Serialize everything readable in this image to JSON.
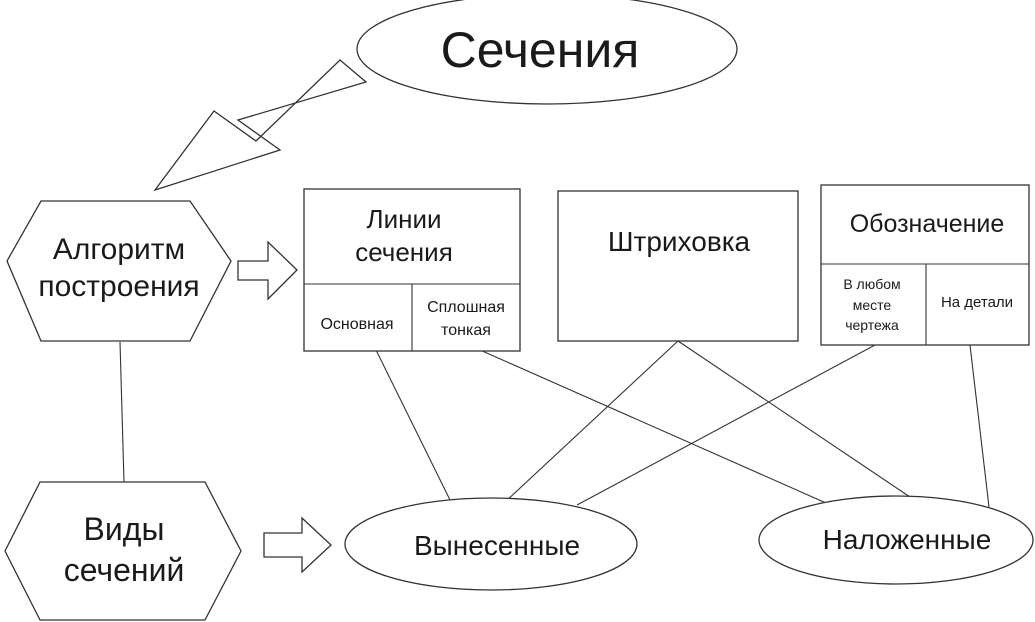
{
  "diagram": {
    "title": "Сечения",
    "algorithm": {
      "line1": "Алгоритм",
      "line2": "построения"
    },
    "types": {
      "line1": "Виды",
      "line2": "сечений"
    },
    "section_lines": {
      "title_line1": "Линии",
      "title_line2": "сечения",
      "left": "Основная",
      "right_line1": "Сплошная",
      "right_line2": "тонкая"
    },
    "hatching": "Штриховка",
    "designation": {
      "title": "Обозначение",
      "left_line1": "В любом",
      "left_line2": "месте",
      "left_line3": "чертежа",
      "right": "На детали"
    },
    "removed": "Вынесенные",
    "superimposed": "Наложенные"
  }
}
